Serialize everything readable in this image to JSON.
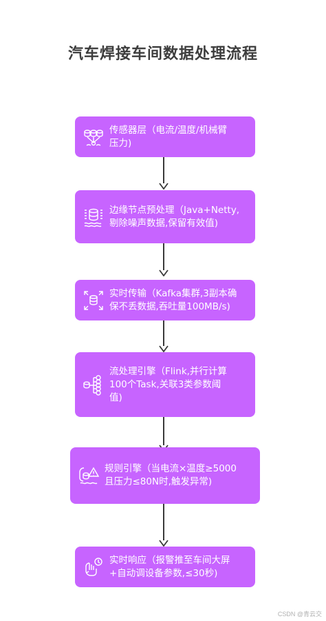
{
  "title": "汽车焊接车间数据处理流程",
  "steps": [
    {
      "label": "传感器层（电流/温度/机械臂\n压力)",
      "icon": "sensor-icon"
    },
    {
      "label": "边缘节点预处理（Java+Netty,\n剔除噪声数据,保留有效值)",
      "icon": "edge-node-icon"
    },
    {
      "label": "实时传输（Kafka集群,3副本确\n保不丢数据,吞吐量100MB/s)",
      "icon": "transmission-icon"
    },
    {
      "label": "流处理引擎（Flink,并行计算\n100个Task,关联3类参数阈\n值)",
      "icon": "stream-engine-icon"
    },
    {
      "label": "规则引擎（当电流×温度≥5000\n且压力≤80N时,触发异常)",
      "icon": "rule-engine-icon"
    },
    {
      "label": "实时响应（报警推至车间大屏\n+自动调设备参数,≤30秒)",
      "icon": "response-icon"
    }
  ],
  "colors": {
    "box": "#c764ff",
    "arrow": "#3a3a3a",
    "title": "#3d3d3d"
  },
  "watermark": "CSDN @青云交"
}
